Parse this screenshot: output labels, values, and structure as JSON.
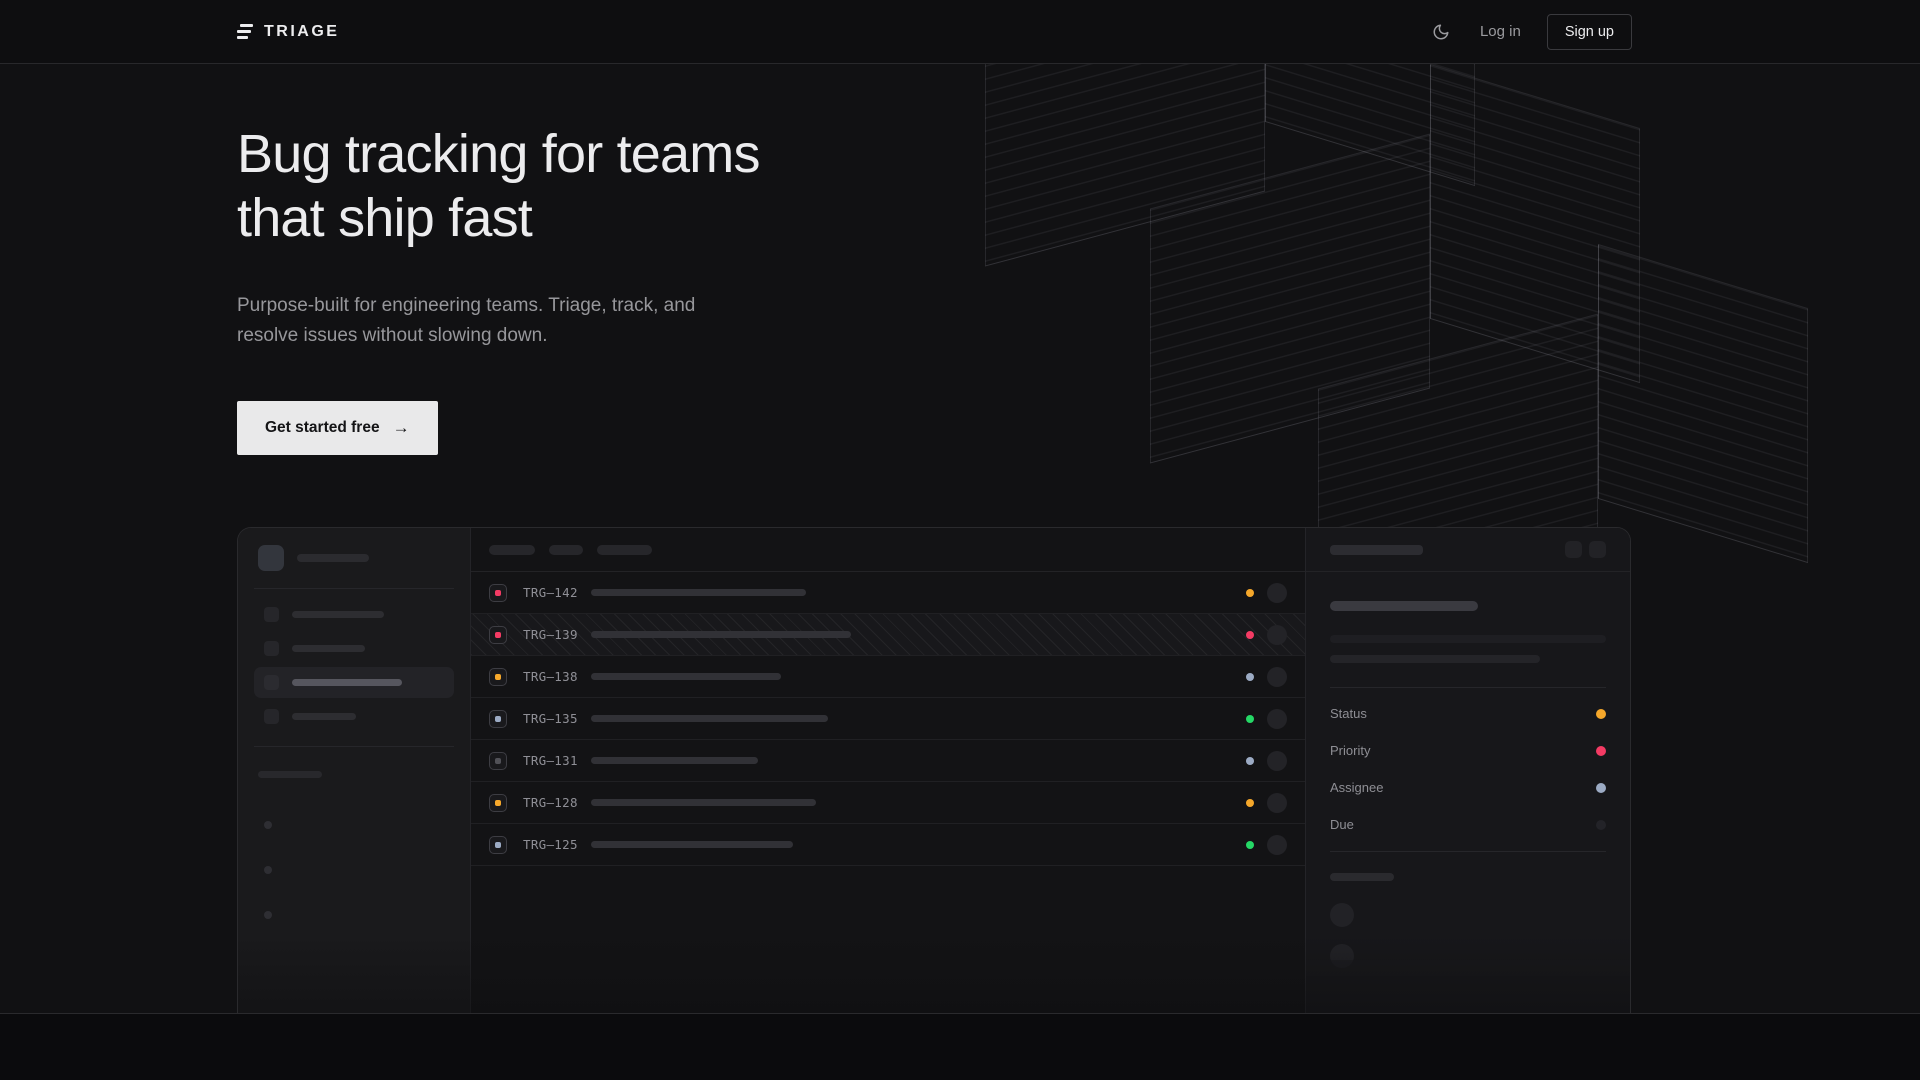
{
  "brand": {
    "name": "TRIAGE"
  },
  "nav": {
    "theme_icon": "moon",
    "login_label": "Log in",
    "signup_label": "Sign up"
  },
  "hero": {
    "heading_line1": "Bug tracking for teams",
    "heading_line2": "that ship fast",
    "sub_line1": "Purpose-built for engineering teams. Triage, track, and",
    "sub_line2": "resolve issues without slowing down.",
    "cta_label": "Get started free",
    "cta_arrow": "→"
  },
  "mockup": {
    "list": {
      "header_pill_widths": [
        46,
        34,
        55
      ],
      "issues": [
        {
          "id": "TRG–142",
          "icon_color": "#f43b64",
          "status_color": "#f6a82b",
          "title_width": 215,
          "hatched": false
        },
        {
          "id": "TRG–139",
          "icon_color": "#f43b64",
          "status_color": "#f43b64",
          "title_width": 260,
          "hatched": true
        },
        {
          "id": "TRG–138",
          "icon_color": "#f6a82b",
          "status_color": "#9cabc4",
          "title_width": 190,
          "hatched": false
        },
        {
          "id": "TRG–135",
          "icon_color": "#9cabc4",
          "status_color": "#25d866",
          "title_width": 237,
          "hatched": false
        },
        {
          "id": "TRG–131",
          "icon_color": "#515157",
          "status_color": "#9cabc4",
          "title_width": 167,
          "hatched": false
        },
        {
          "id": "TRG–128",
          "icon_color": "#f6a82b",
          "status_color": "#f6a82b",
          "title_width": 225,
          "hatched": false
        },
        {
          "id": "TRG–125",
          "icon_color": "#9cabc4",
          "status_color": "#25d866",
          "title_width": 202,
          "hatched": false
        }
      ]
    },
    "detail": {
      "fields": [
        {
          "label": "Status",
          "dot_color": "#f6a82b"
        },
        {
          "label": "Priority",
          "dot_color": "#f43b64"
        },
        {
          "label": "Assignee",
          "dot_color": "#9cabc4"
        },
        {
          "label": "Due",
          "dot_color": "#232328"
        }
      ]
    }
  },
  "colors": {
    "accent_amber": "#f6a82b",
    "accent_pink": "#f43b64",
    "accent_green": "#25d866",
    "accent_lavender": "#9cabc4",
    "page_bg": "#111113",
    "footer_bg": "#0b0b0d"
  }
}
